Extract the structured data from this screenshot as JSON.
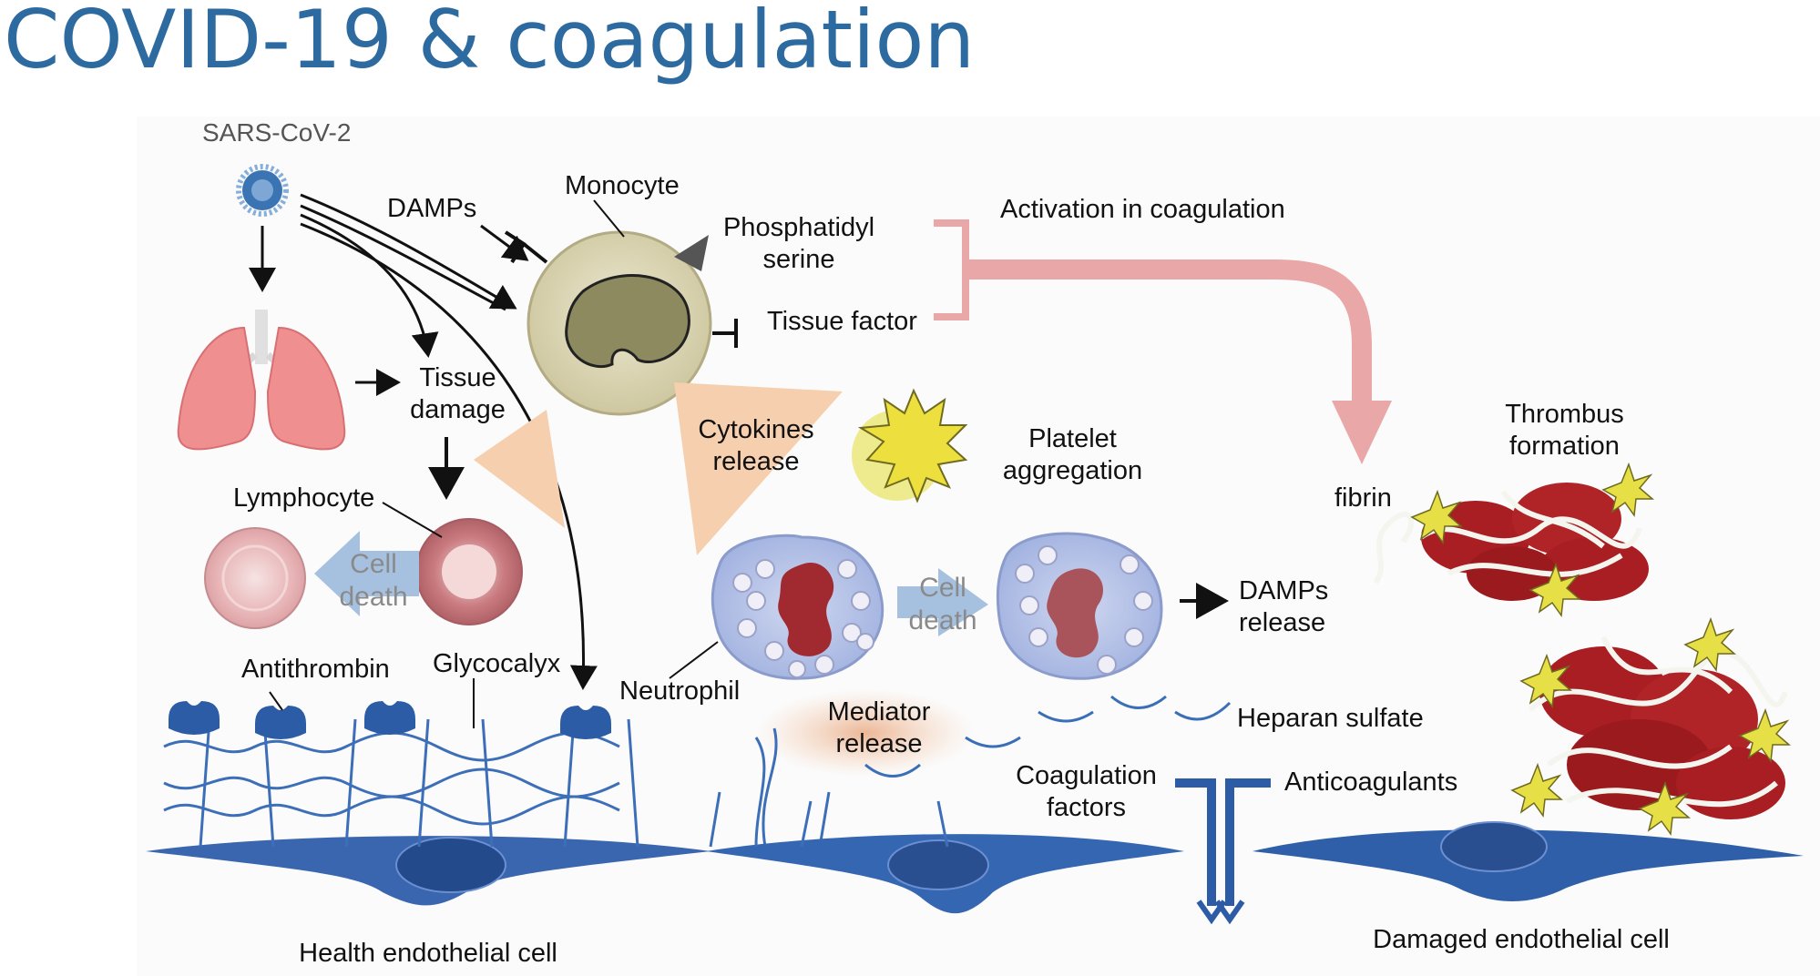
{
  "title": "COVID-19 & coagulation",
  "labels": {
    "sars": "SARS-CoV-2",
    "damps": "DAMPs",
    "monocyte": "Monocyte",
    "phosphatidyl_1": "Phosphatidyl",
    "phosphatidyl_2": "serine",
    "activation": "Activation in coagulation",
    "tissue_factor": "Tissue factor",
    "tissue_damage_1": "Tissue",
    "tissue_damage_2": "damage",
    "cytokines_1": "Cytokines",
    "cytokines_2": "release",
    "platelet_1": "Platelet",
    "platelet_2": "aggregation",
    "thrombus_1": "Thrombus",
    "thrombus_2": "formation",
    "fibrin": "fibrin",
    "lymphocyte": "Lymphocyte",
    "cell_death_1a": "Cell",
    "cell_death_1b": "death",
    "cell_death_2a": "Cell",
    "cell_death_2b": "death",
    "damps_release_1": "DAMPs",
    "damps_release_2": "release",
    "neutrophil": "Neutrophil",
    "antithrombin": "Antithrombin",
    "glycocalyx": "Glycocalyx",
    "mediator_1": "Mediator",
    "mediator_2": "release",
    "heparan": "Heparan sulfate",
    "coag_factors_1": "Coagulation",
    "coag_factors_2": "factors",
    "anticoagulants": "Anticoagulants",
    "healthy_cell": "Health endothelial cell",
    "damaged_cell": "Damaged endothelial cell"
  },
  "colors": {
    "title": "#2c6aa0",
    "lung": "#ef8f8f",
    "endothelium": "#2f5fa8",
    "monocyte": "#d9d4b2",
    "neutrophil": "#b9c6e8",
    "rbc": "#a81e22",
    "platelet": "#e6e046",
    "activation_arrow": "#e9a7a7",
    "cytokine_triangle": "#f6cfae"
  }
}
